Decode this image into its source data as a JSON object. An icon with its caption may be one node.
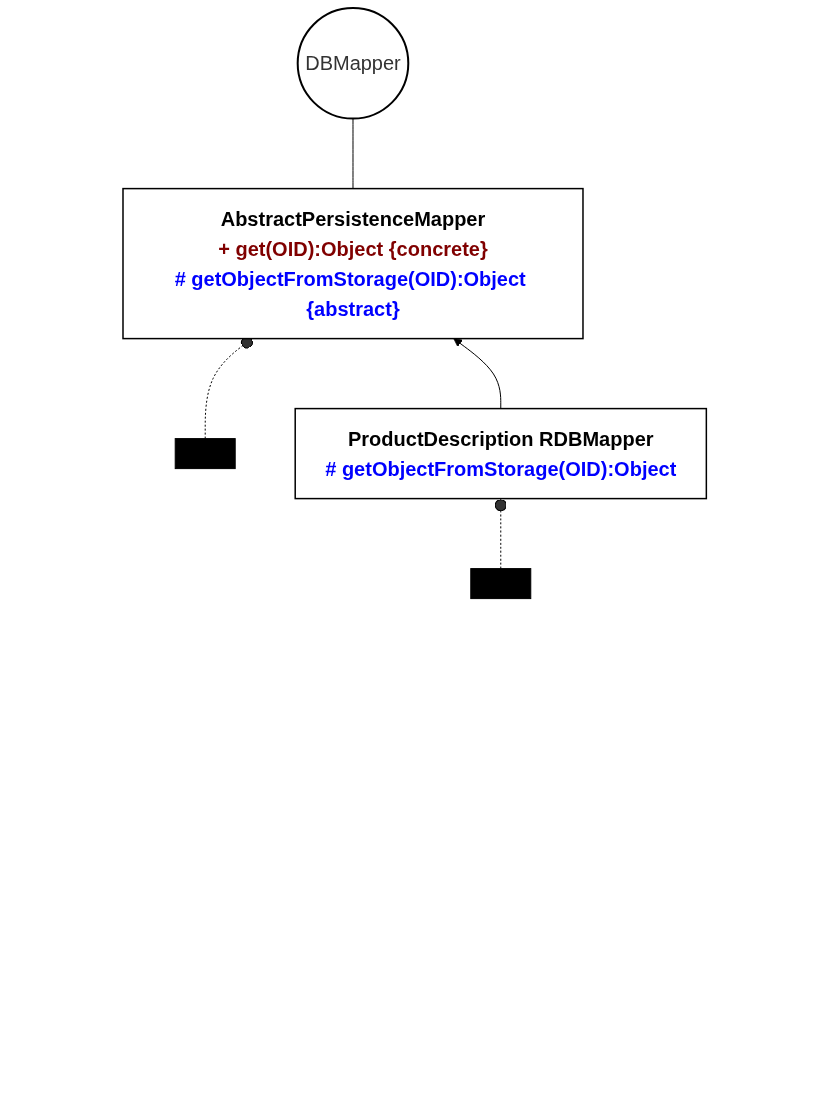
{
  "diagram": {
    "nodes": [
      {
        "text": [
          "DBMapper"
        ]
      },
      {
        "text": [],
        "shape": "bar"
      },
      {
        "text": [
          "AbstractPersistenceMapper",
          "+ get(OID):Object {concrete}",
          "# getObjectFromStorage(OID):Object {abstract}"
        ]
      },
      {
        "text": [],
        "shape": "bar"
      },
      {
        "text": [
          "ProductDescription RDBMapper",
          "# getObjectFromStorage(OID):Object"
        ]
      }
    ],
    "edges": [
      {
        "from": 0,
        "to": 2,
        "arrow": "none"
      },
      {
        "from": 1,
        "to": 2,
        "arrow": "other",
        "style": "dashed"
      },
      {
        "from": 4,
        "to": 2,
        "arrow": "to"
      },
      {
        "from": 3,
        "to": 4,
        "arrow": "other",
        "style": "dashed"
      }
    ]
  }
}
